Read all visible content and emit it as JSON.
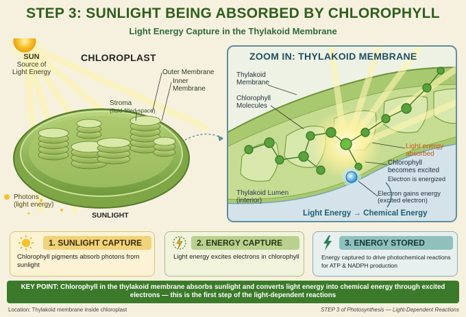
{
  "header": {
    "title": "STEP 3: SUNLIGHT BEING ABSORBED BY CHLOROPHYLL",
    "subtitle": "Light Energy Capture in the Thylakoid Membrane"
  },
  "left_diagram": {
    "sun_title": "SUN",
    "sun_caption": "Source of Light Energy",
    "title": "CHLOROPLAST",
    "outer_membrane": "Outer Membrane",
    "inner_membrane": "Inner Membrane",
    "stroma": "Stroma",
    "stroma_note": "(fluid-filled space)",
    "photons": "Photons",
    "photons_note": "(light energy)",
    "sunlight": "SUNLIGHT"
  },
  "zoom": {
    "title": "ZOOM IN: THYLAKOID MEMBRANE",
    "thylakoid_membrane": "Thylakoid Membrane",
    "chlorophyll_molecules": "Chlorophyll Molecules",
    "light_absorbed": "Light energy absorbed",
    "chlorophyll_excited": "Chlorophyll becomes excited",
    "electron_energized": "Electron is energized",
    "lumen": "Thylakoid Lumen",
    "lumen_note": "(interior)",
    "electron_gains": "Electron gains energy",
    "electron_gains_note": "(excited electron)",
    "conversion": "Light Energy → Chemical Energy"
  },
  "cards": [
    {
      "title": "1. SUNLIGHT CAPTURE",
      "body": "Chlorophyll pigments absorb photons from sunlight",
      "icon": "sun-icon"
    },
    {
      "title": "2. ENERGY CAPTURE",
      "body": "Light energy excites electrons in chlorophyll",
      "icon": "energy-burst-icon"
    },
    {
      "title": "3. ENERGY STORED",
      "body": "Energy captured to drive photochemical reactions for ATP & NADPH production",
      "icon": "lightning-icon"
    }
  ],
  "key_point": "KEY POINT: Chlorophyll in the thylakoid membrane absorbs sunlight and converts light energy into chemical energy through excited electrons — this is the first step of the light-dependent reactions",
  "footer": {
    "location": "Location: Thylakoid membrane inside chloroplast",
    "step": "STEP 3 of Photosynthesis — Light-Dependent Reactions"
  },
  "colors": {
    "title_green": "#2f5e1e",
    "zoom_border": "#5f8d9a",
    "keypoint_bg": "#3b7a2a",
    "sun_yellow": "#f6c12a"
  }
}
